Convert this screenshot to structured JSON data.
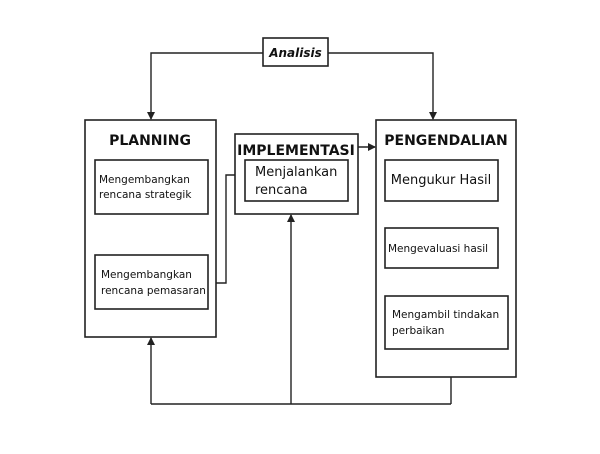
{
  "analysis": {
    "label": "Analisis"
  },
  "planning": {
    "title": "PLANNING",
    "steps": [
      {
        "line1": "Mengembangkan",
        "line2": "rencana strategik"
      },
      {
        "line1": "Mengembangkan",
        "line2": "rencana pemasaran"
      }
    ]
  },
  "implementation": {
    "title": "IMPLEMENTASI",
    "step": {
      "line1": "Menjalankan",
      "line2": "rencana"
    }
  },
  "control": {
    "title": "PENGENDALIAN",
    "steps": [
      {
        "line1": "Mengukur Hasil"
      },
      {
        "line1": "Mengevaluasi hasil"
      },
      {
        "line1": "Mengambil tindakan",
        "line2": "perbaikan"
      }
    ]
  }
}
